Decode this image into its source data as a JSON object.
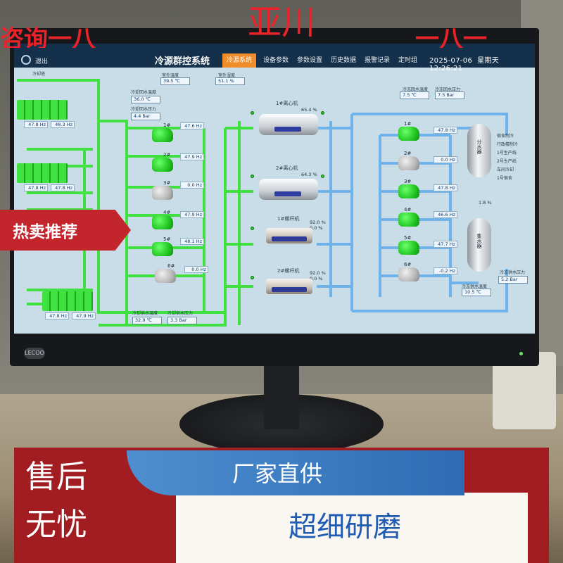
{
  "overlay": {
    "brand": "亚川",
    "top_left": "咨询一八",
    "top_right": "一八一",
    "badge": "热卖推荐",
    "bottom_left_1": "售后",
    "bottom_left_2": "无忧",
    "bottom_right_1": "厂家直供",
    "bottom_right_2": "超细研磨",
    "colors": {
      "red": "#e8242a",
      "badge": "#c2262c",
      "bar": "#a11d22",
      "blue": "#1f5db5"
    }
  },
  "monitor": {
    "brand": "LECOO"
  },
  "scada": {
    "exit_label": "退出",
    "title": "冷源群控系统",
    "tabs": [
      {
        "label": "冷源系统",
        "active": true
      },
      {
        "label": "设备参数",
        "active": false
      },
      {
        "label": "参数设置",
        "active": false
      },
      {
        "label": "历史数据",
        "active": false
      },
      {
        "label": "报警记录",
        "active": false
      },
      {
        "label": "定时组",
        "active": false
      }
    ],
    "date": "2025-07-06",
    "weekday": "星期天",
    "time": "12:26:21",
    "cooling_tower_label": "冷却塔",
    "top_params": [
      {
        "label": "室外温度",
        "value": "39.5 ℃"
      },
      {
        "label": "室外湿度",
        "value": "51.1 %"
      }
    ],
    "cooling_return_temp": {
      "label": "冷却回水温度",
      "value": "36.0 ℃"
    },
    "cooling_return_pressure": {
      "label": "冷却回水压力",
      "value": "4.4 Bar"
    },
    "cooling_supply_temp": {
      "label": "冷却供水温度",
      "value": "32.9 ℃"
    },
    "cooling_supply_pressure": {
      "label": "冷却供水压力",
      "value": "3.3 Bar"
    },
    "chilled_return_temp": {
      "label": "冷冻回水温度",
      "value": "7.5 ℃"
    },
    "chilled_return_pressure": {
      "label": "冷冻回水压力",
      "value": "7.5 Bar"
    },
    "chilled_supply_temp": {
      "label": "冷冻供水温度",
      "value": "10.5 ℃"
    },
    "chilled_supply_pressure": {
      "label": "冷冻供水压力",
      "value": "5.2 Bar"
    },
    "tower_hz": [
      "47.8 Hz",
      "48.3 Hz",
      "47.8 Hz",
      "47.8 Hz",
      "47.8 Hz",
      "47.9 Hz"
    ],
    "cooling_pumps": [
      {
        "num": "1#",
        "hz": "47.6 Hz",
        "on": true
      },
      {
        "num": "2#",
        "hz": "47.9 Hz",
        "on": true
      },
      {
        "num": "3#",
        "hz": "0.0 Hz",
        "on": false
      },
      {
        "num": "4#",
        "hz": "47.9 Hz",
        "on": true
      },
      {
        "num": "5#",
        "hz": "48.1 Hz",
        "on": true
      },
      {
        "num": "6#",
        "hz": "0.0 Hz",
        "on": false
      }
    ],
    "chillers": [
      {
        "name": "1#离心机",
        "pct": "65.4 %"
      },
      {
        "name": "2#离心机",
        "pct": "64.3 %"
      },
      {
        "name": "1#螺杆机",
        "pct1": "92.0 %",
        "pct2": "0.0 %"
      },
      {
        "name": "2#螺杆机",
        "pct1": "92.0 %",
        "pct2": "0.0 %"
      }
    ],
    "chilled_pumps": [
      {
        "num": "1#",
        "hz": "47.8 Hz",
        "on": true
      },
      {
        "num": "2#",
        "hz": "0.0 Hz",
        "on": false
      },
      {
        "num": "3#",
        "hz": "47.8 Hz",
        "on": true
      },
      {
        "num": "4#",
        "hz": "46.6 Hz",
        "on": true
      },
      {
        "num": "5#",
        "hz": "47.7 Hz",
        "on": true
      },
      {
        "num": "6#",
        "hz": "-0.2 Hz",
        "on": false
      }
    ],
    "tank_upper": "分水器",
    "tank_lower": "集水器",
    "branch_labels": [
      "宿舍制冷",
      "行政楼制冷",
      "1号生产线",
      "2号生产线",
      "车间冷却",
      "1号宿舍"
    ],
    "bypass_pct": "1.8 %"
  }
}
